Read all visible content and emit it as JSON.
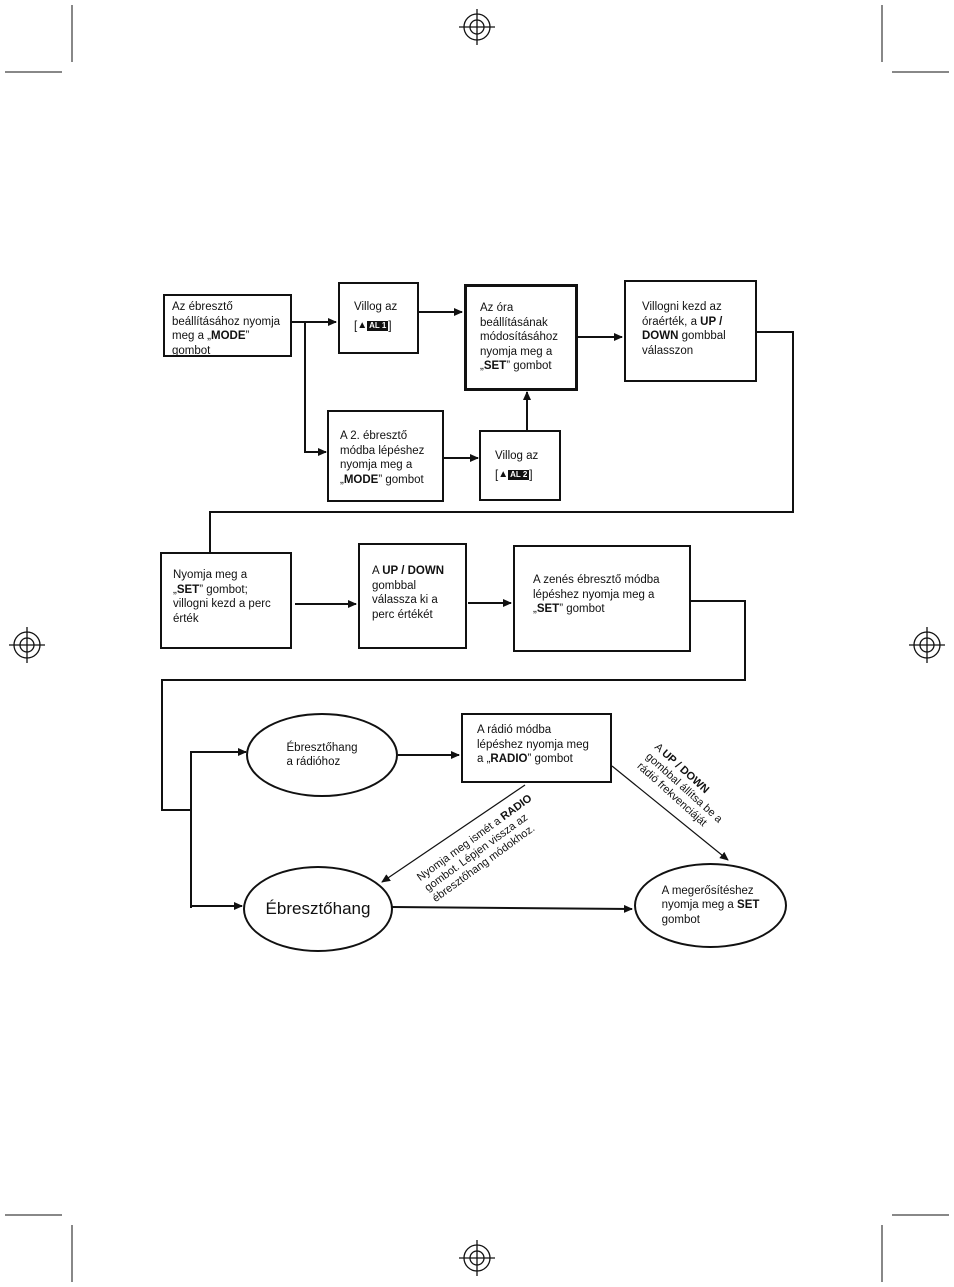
{
  "nodes": {
    "start": {
      "l1": "Az ébresztő",
      "l2": "beállításához nyomja",
      "l3a": "meg a „",
      "l3b": "MODE",
      "l3c": "”",
      "l4": "gombot"
    },
    "al1": {
      "l1": "Villog az",
      "badge": "AL 1"
    },
    "hour": {
      "l1": "Az óra",
      "l2": "beállításának",
      "l3": "módosításához",
      "l4": "nyomja meg a",
      "l5a": "„",
      "l5b": "SET",
      "l5c": "” gombot"
    },
    "hourval": {
      "l1": "Villogni kezd az",
      "l2a": "óraérték, a ",
      "l2b": "UP /",
      "l3a": "DOWN",
      "l3b": " gombbal",
      "l4": "válasszon"
    },
    "al2mode": {
      "l1": "A 2. ébresztő",
      "l2": "módba lépéshez",
      "l3": "nyomja meg a",
      "l4a": "„",
      "l4b": "MODE",
      "l4c": "” gombot"
    },
    "al2": {
      "l1": "Villog az",
      "badge": "AL 2"
    },
    "set2": {
      "l1": "Nyomja meg a",
      "l2a": "„",
      "l2b": "SET",
      "l2c": "” gombot;",
      "l3": "villogni kezd a perc",
      "l4": "érték"
    },
    "minute": {
      "l1a": "A ",
      "l1b": "UP / DOWN",
      "l2": "gombbal",
      "l3": "válassza ki a",
      "l4": "perc értékét"
    },
    "music": {
      "l1": "A zenés ébresztő módba",
      "l2": "lépéshez nyomja meg a",
      "l3a": "„",
      "l3b": "SET",
      "l3c": "” gombot"
    },
    "toradio": {
      "l1": "Ébresztőhang",
      "l2": "a rádióhoz"
    },
    "radio": {
      "l1": "A rádió módba",
      "l2": "lépéshez nyomja meg",
      "l3a": "a „",
      "l3b": "RADIO",
      "l3c": "” gombot"
    },
    "buzzer": {
      "l1": "Ébresztőhang"
    },
    "confirm": {
      "l1": "A megerősítéshez",
      "l2a": "nyomja meg a ",
      "l2b": "SET",
      "l3": "gombot"
    }
  },
  "annotations": {
    "updown": {
      "l1a": "A ",
      "l1b": "UP / DOWN",
      "l2": "gombbal állítsa be a",
      "l3": "rádió frekvenciáját"
    },
    "back": {
      "l1a": "Nyomja meg ismét a ",
      "l1b": "RADIO",
      "l2": "gombot. Lépjen vissza az",
      "l3": "ébresztőhang módokhoz."
    }
  },
  "colors": {
    "line": "#111111",
    "background": "#ffffff"
  }
}
